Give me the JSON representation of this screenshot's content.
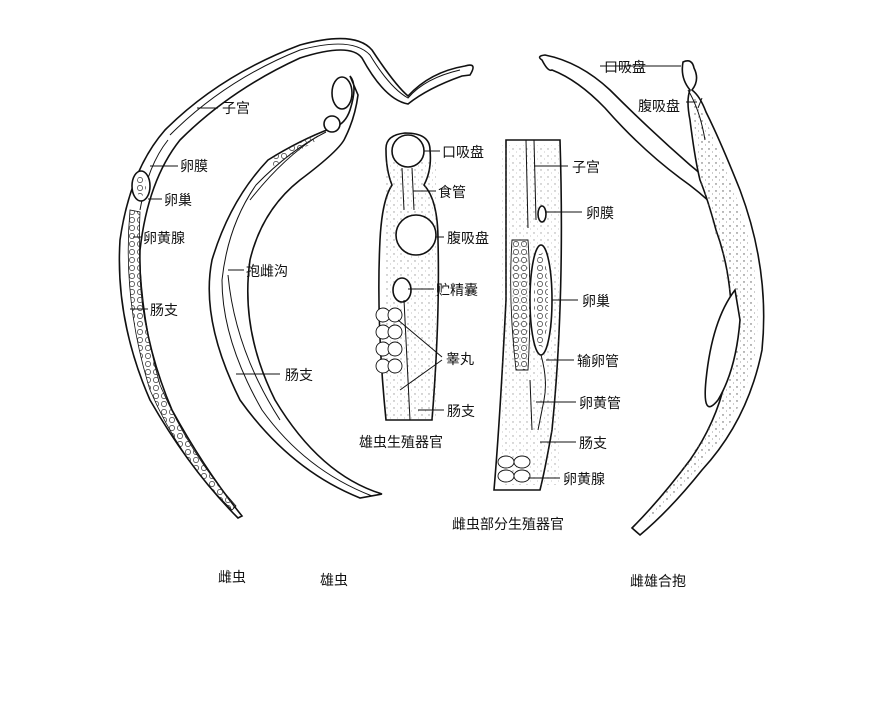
{
  "female_labels": {
    "uterus": "子宫",
    "ootype": "卵膜",
    "ovary": "卵巢",
    "vitelline_gland": "卵黄腺",
    "intestinal_branch": "肠支"
  },
  "male_labels": {
    "gynecophoral_canal": "抱雌沟",
    "intestinal_branch": "肠支"
  },
  "male_organs_labels": {
    "oral_sucker": "口吸盘",
    "esophagus": "食管",
    "ventral_sucker": "腹吸盘",
    "seminal_vesicle": "贮精囊",
    "testes": "睾丸",
    "intestinal_branch": "肠支"
  },
  "female_organs_labels": {
    "uterus": "子宫",
    "ootype": "卵膜",
    "ovary": "卵巢",
    "oviduct": "输卵管",
    "vitelline_duct": "卵黄管",
    "intestinal_branch": "肠支",
    "vitelline_gland": "卵黄腺"
  },
  "paired_labels": {
    "oral_sucker": "口吸盘",
    "ventral_sucker": "腹吸盘"
  },
  "captions": {
    "female": "雌虫",
    "male": "雄虫",
    "male_reproductive": "雄虫生殖器官",
    "female_partial_reproductive": "雌虫部分生殖器官",
    "paired": "雌雄合抱"
  },
  "colors": {
    "ink": "#111111",
    "background": "#ffffff"
  }
}
